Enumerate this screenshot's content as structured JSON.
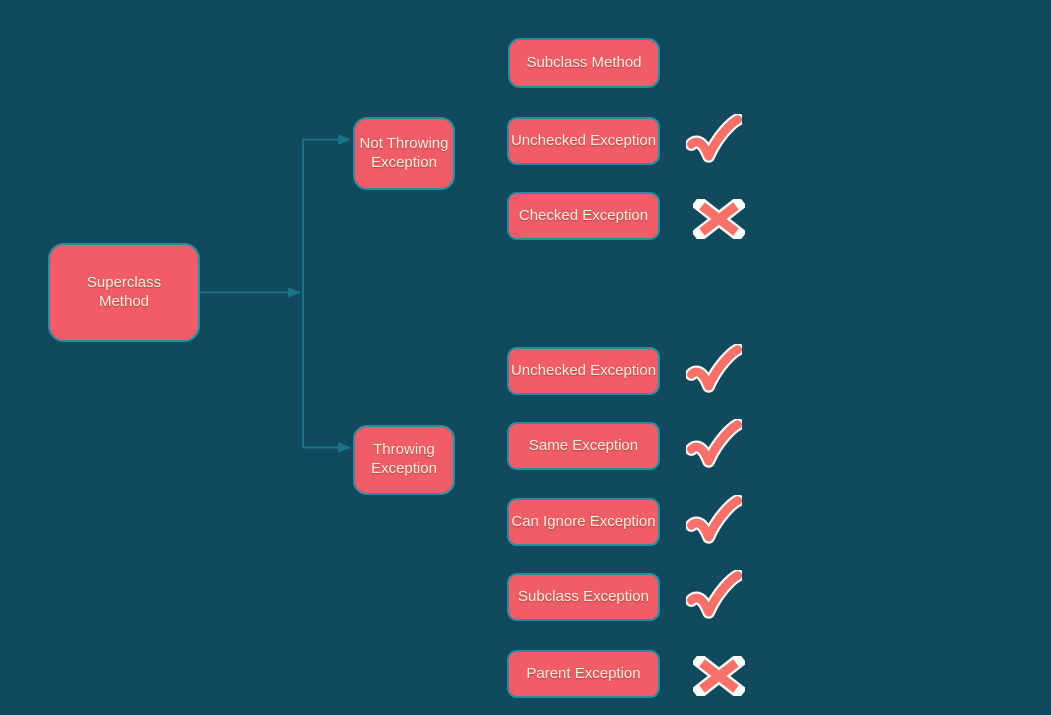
{
  "diagram": {
    "nodes": {
      "superclass": "Superclass Method",
      "not_throwing": "Not Throwing Exception",
      "throwing": "Throwing Exception",
      "subclass_header": "Subclass Method"
    },
    "not_throwing_rows": [
      {
        "label": "Unchecked Exception",
        "mark": "check"
      },
      {
        "label": "Checked Exception",
        "mark": "cross"
      }
    ],
    "throwing_rows": [
      {
        "label": "Unchecked Exception",
        "mark": "check"
      },
      {
        "label": "Same Exception",
        "mark": "check"
      },
      {
        "label": "Can Ignore Exception",
        "mark": "check"
      },
      {
        "label": "Subclass Exception",
        "mark": "check"
      },
      {
        "label": "Parent Exception",
        "mark": "cross"
      }
    ],
    "colors": {
      "background": "#114a5e",
      "node_fill": "#f05d68",
      "node_border": "#2a8ca0",
      "node_text": "#f3eed7",
      "connector": "#1a7386",
      "mark_fill": "#f7706a",
      "mark_outline": "#fbfbf7"
    }
  }
}
